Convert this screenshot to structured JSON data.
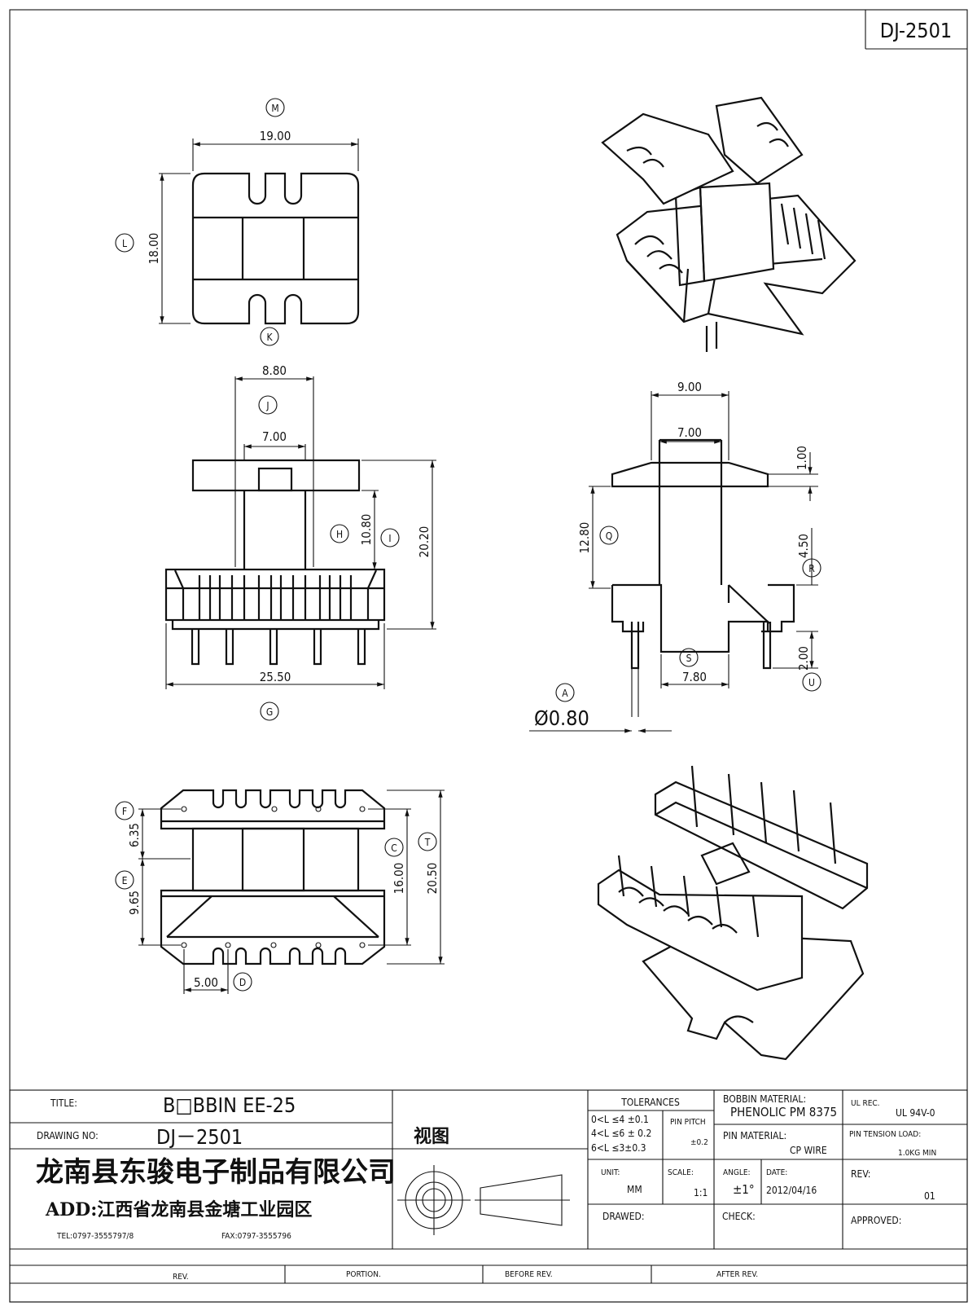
{
  "drawing_code": "DJ-2501",
  "views": {
    "top": {
      "width": "19.00",
      "height": "18.00",
      "marker_top": "M",
      "marker_left": "L",
      "marker_bottom": "K"
    },
    "front": {
      "core_w": "8.80",
      "inner_w": "7.00",
      "winding_h": "10.80",
      "total_h": "20.20",
      "base_w": "25.50",
      "marker_j": "J",
      "marker_h": "H",
      "marker_i": "I",
      "marker_g": "G"
    },
    "side": {
      "top_w": "9.00",
      "inner_w": "7.00",
      "flange_t": "1.00",
      "h1": "12.80",
      "h2": "4.50",
      "pin_len": "2.00",
      "bottom_w": "7.80",
      "pin_dia": "Ø0.80",
      "marker_q": "Q",
      "marker_r": "R",
      "marker_s": "S",
      "marker_u": "U",
      "marker_a": "A"
    },
    "bottom": {
      "d1": "6.35",
      "d2": "9.65",
      "inner_h": "16.00",
      "total_h": "20.50",
      "pitch": "5.00",
      "marker_f": "F",
      "marker_e": "E",
      "marker_c": "C",
      "marker_t": "T",
      "marker_d": "D"
    }
  },
  "title_block": {
    "title_label": "TITLE:",
    "title_value": "B□BBIN   EE-25",
    "drawing_no_label": "DRAWING NO:",
    "drawing_no_value": "DJ－2501",
    "view_label": "视图",
    "company": "龙南县东骏电子制品有限公司",
    "address": "ADD:江西省龙南县金塘工业园区",
    "tel": "TEL:0797-3555797/8",
    "fax": "FAX:0797-3555796",
    "tolerances_label": "TOLERANCES",
    "tol_1": "0<L ≤4  ±0.1",
    "tol_2": "4<L ≤6  ± 0.2",
    "tol_3": "6<L ≤3±0.3",
    "pin_pitch_label": "PIN PITCH",
    "pin_pitch_value": "±0.2",
    "bobbin_material_label": "BOBBIN MATERIAL:",
    "bobbin_material_value": "PHENOLIC PM 8375",
    "ul_label": "UL REC.",
    "ul_value": "UL  94V-0",
    "pin_material_label": "PIN MATERIAL:",
    "pin_material_value": "CP WIRE",
    "pin_tension_label": "PIN TENSION LOAD:",
    "pin_tension_value": "1.0KG MIN",
    "unit_label": "UNIT:",
    "unit_value": "MM",
    "scale_label": "SCALE:",
    "scale_value": "1:1",
    "angle_label": "ANGLE:",
    "angle_value": "±1°",
    "date_label": "DATE:",
    "date_value": "2012/04/16",
    "rev_label": "REV:",
    "rev_value": "01",
    "drawed_label": "DRAWED:",
    "check_label": "CHECK:",
    "approved_label": "APPROVED:",
    "rev_col": "REV.",
    "portion_col": "PORTION.",
    "before_col": "BEFORE REV.",
    "after_col": "AFTER REV."
  }
}
